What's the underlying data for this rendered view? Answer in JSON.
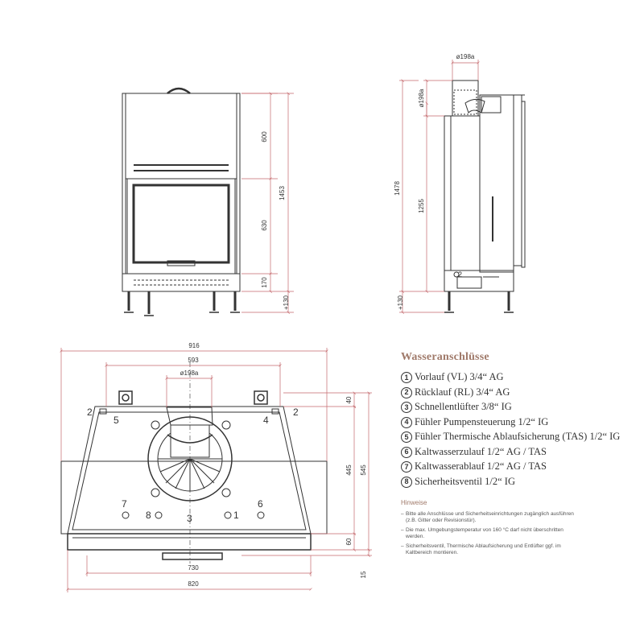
{
  "front_view": {
    "dim_upper": "600",
    "dim_glass": "630",
    "dim_base": "170",
    "dim_total": "1453",
    "dim_feet": "+130"
  },
  "side_view": {
    "dim_flue_top": "ø198a",
    "dim_flue_side": "ø198a",
    "dim_total": "1478",
    "dim_flue_height": "1255",
    "dim_feet": "+130",
    "port_label": "2"
  },
  "top_view": {
    "dim_width": "916",
    "dim_inner": "593",
    "dim_flue": "ø198a",
    "dim_depth_top": "40",
    "dim_depth_inner": "445",
    "dim_depth_total": "545",
    "dim_depth_front": "60",
    "dim_door_offset": "15",
    "dim_front_width": "730",
    "dim_base_width": "820",
    "labels": {
      "p2_left": "2",
      "p5": "5",
      "p4": "4",
      "p2_right": "2",
      "p7": "7",
      "p8": "8",
      "p3": "3",
      "p1": "1",
      "p6": "6"
    }
  },
  "legend": {
    "title": "Wasseranschlüsse",
    "items": [
      {
        "num": "1",
        "text": "Vorlauf (VL) 3/4“ AG"
      },
      {
        "num": "2",
        "text": "Rücklauf (RL) 3/4“ AG"
      },
      {
        "num": "3",
        "text": "Schnellentlüfter 3/8“ IG"
      },
      {
        "num": "4",
        "text": "Fühler Pumpensteuerung 1/2“ IG"
      },
      {
        "num": "5",
        "text": "Fühler Thermische Ablaufsicherung (TAS) 1/2“ IG"
      },
      {
        "num": "6",
        "text": "Kaltwasserzulauf 1/2“ AG / TAS"
      },
      {
        "num": "7",
        "text": "Kaltwasserablauf 1/2“ AG / TAS"
      },
      {
        "num": "8",
        "text": "Sicherheitsventil 1/2“ IG"
      }
    ],
    "hint_title": "Hinweise",
    "hints": [
      "Bitte alle Anschlüsse und Sicherheitseinrichtungen zugänglich ausführen (z.B. Gitter oder Revisionstür).",
      "Die max. Umgebungstemperatur von 160 °C darf nicht überschritten werden.",
      "Sicherheitsventil, Thermische Ablaufsicherung und Entlüfter ggf. im Kaltbereich montieren."
    ]
  },
  "colors": {
    "line": "#333333",
    "dimension": "#c4686c",
    "accent": "#a07a6a"
  }
}
